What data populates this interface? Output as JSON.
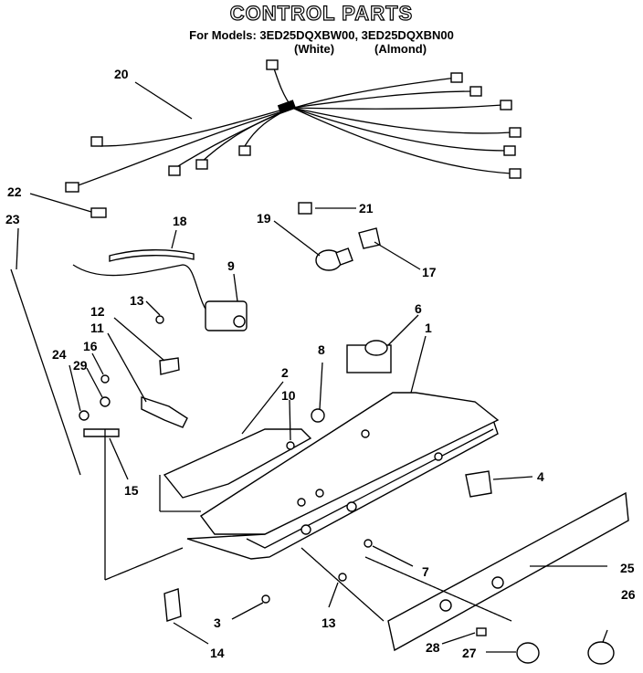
{
  "header": {
    "title": "CONTROL PARTS",
    "models": "For Models: 3ED25DQXBW00, 3ED25DQXBN00",
    "white": "(White)",
    "almond": "(Almond)"
  },
  "callouts": [
    "20",
    "22",
    "21",
    "23",
    "18",
    "19",
    "17",
    "9",
    "13",
    "6",
    "12",
    "11",
    "1",
    "8",
    "16",
    "24",
    "29",
    "2",
    "10",
    "15",
    "4",
    "25",
    "7",
    "26",
    "3",
    "13",
    "14",
    "28",
    "27"
  ]
}
